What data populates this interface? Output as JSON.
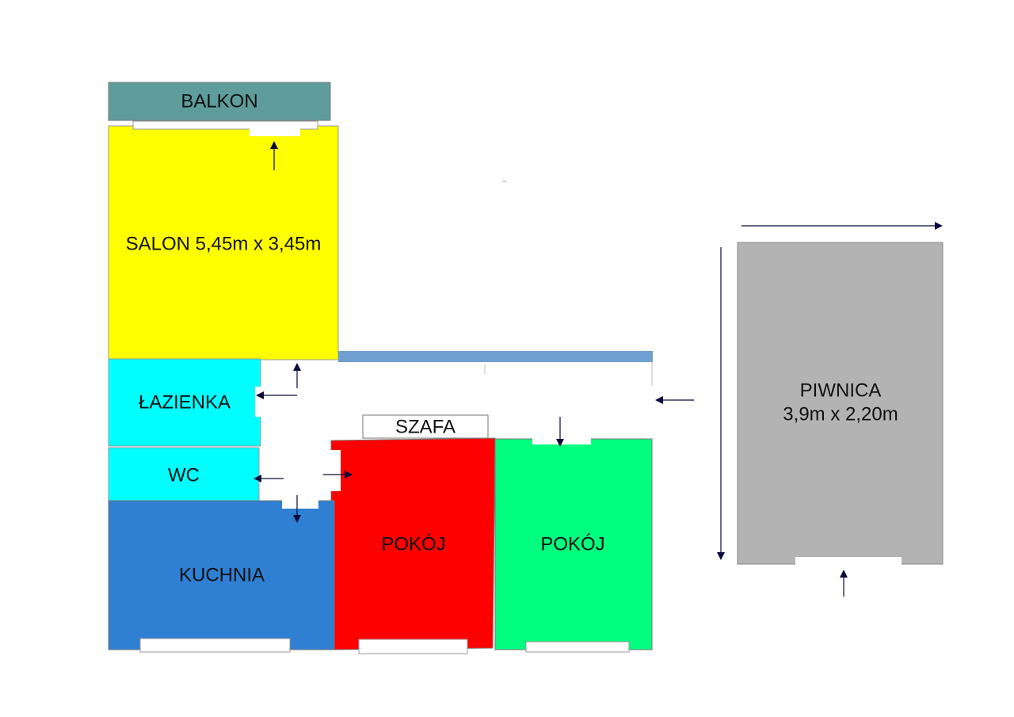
{
  "colors": {
    "balkon": "#5f9c9c",
    "salon": "#ffff00",
    "lazienka": "#00ffff",
    "wc": "#00ffff",
    "kuchnia": "#2f7fd3",
    "pokoj_red": "#ff0000",
    "pokoj_green": "#00ff7f",
    "piwnica": "#b3b3b3",
    "corridor_wall": "#6f9fd0",
    "arrow": "#0a0a3c",
    "window": "#ffffff"
  },
  "rooms": {
    "balkon": {
      "label": "BALKON"
    },
    "salon": {
      "label": "SALON 5,45m x 3,45m"
    },
    "lazienka": {
      "label": "ŁAZIENKA"
    },
    "wc": {
      "label": "WC"
    },
    "kuchnia": {
      "label": "KUCHNIA"
    },
    "szafa": {
      "label": "SZAFA"
    },
    "pokoj_red": {
      "label": "POKÓJ"
    },
    "pokoj_green": {
      "label": "POKÓJ"
    },
    "piwnica": {
      "label_line1": "PIWNICA",
      "label_line2": "3,9m x 2,20m"
    }
  },
  "icons": {
    "door_arrow": "arrow-icon",
    "dimension_arrow": "dimension-arrow-icon"
  }
}
